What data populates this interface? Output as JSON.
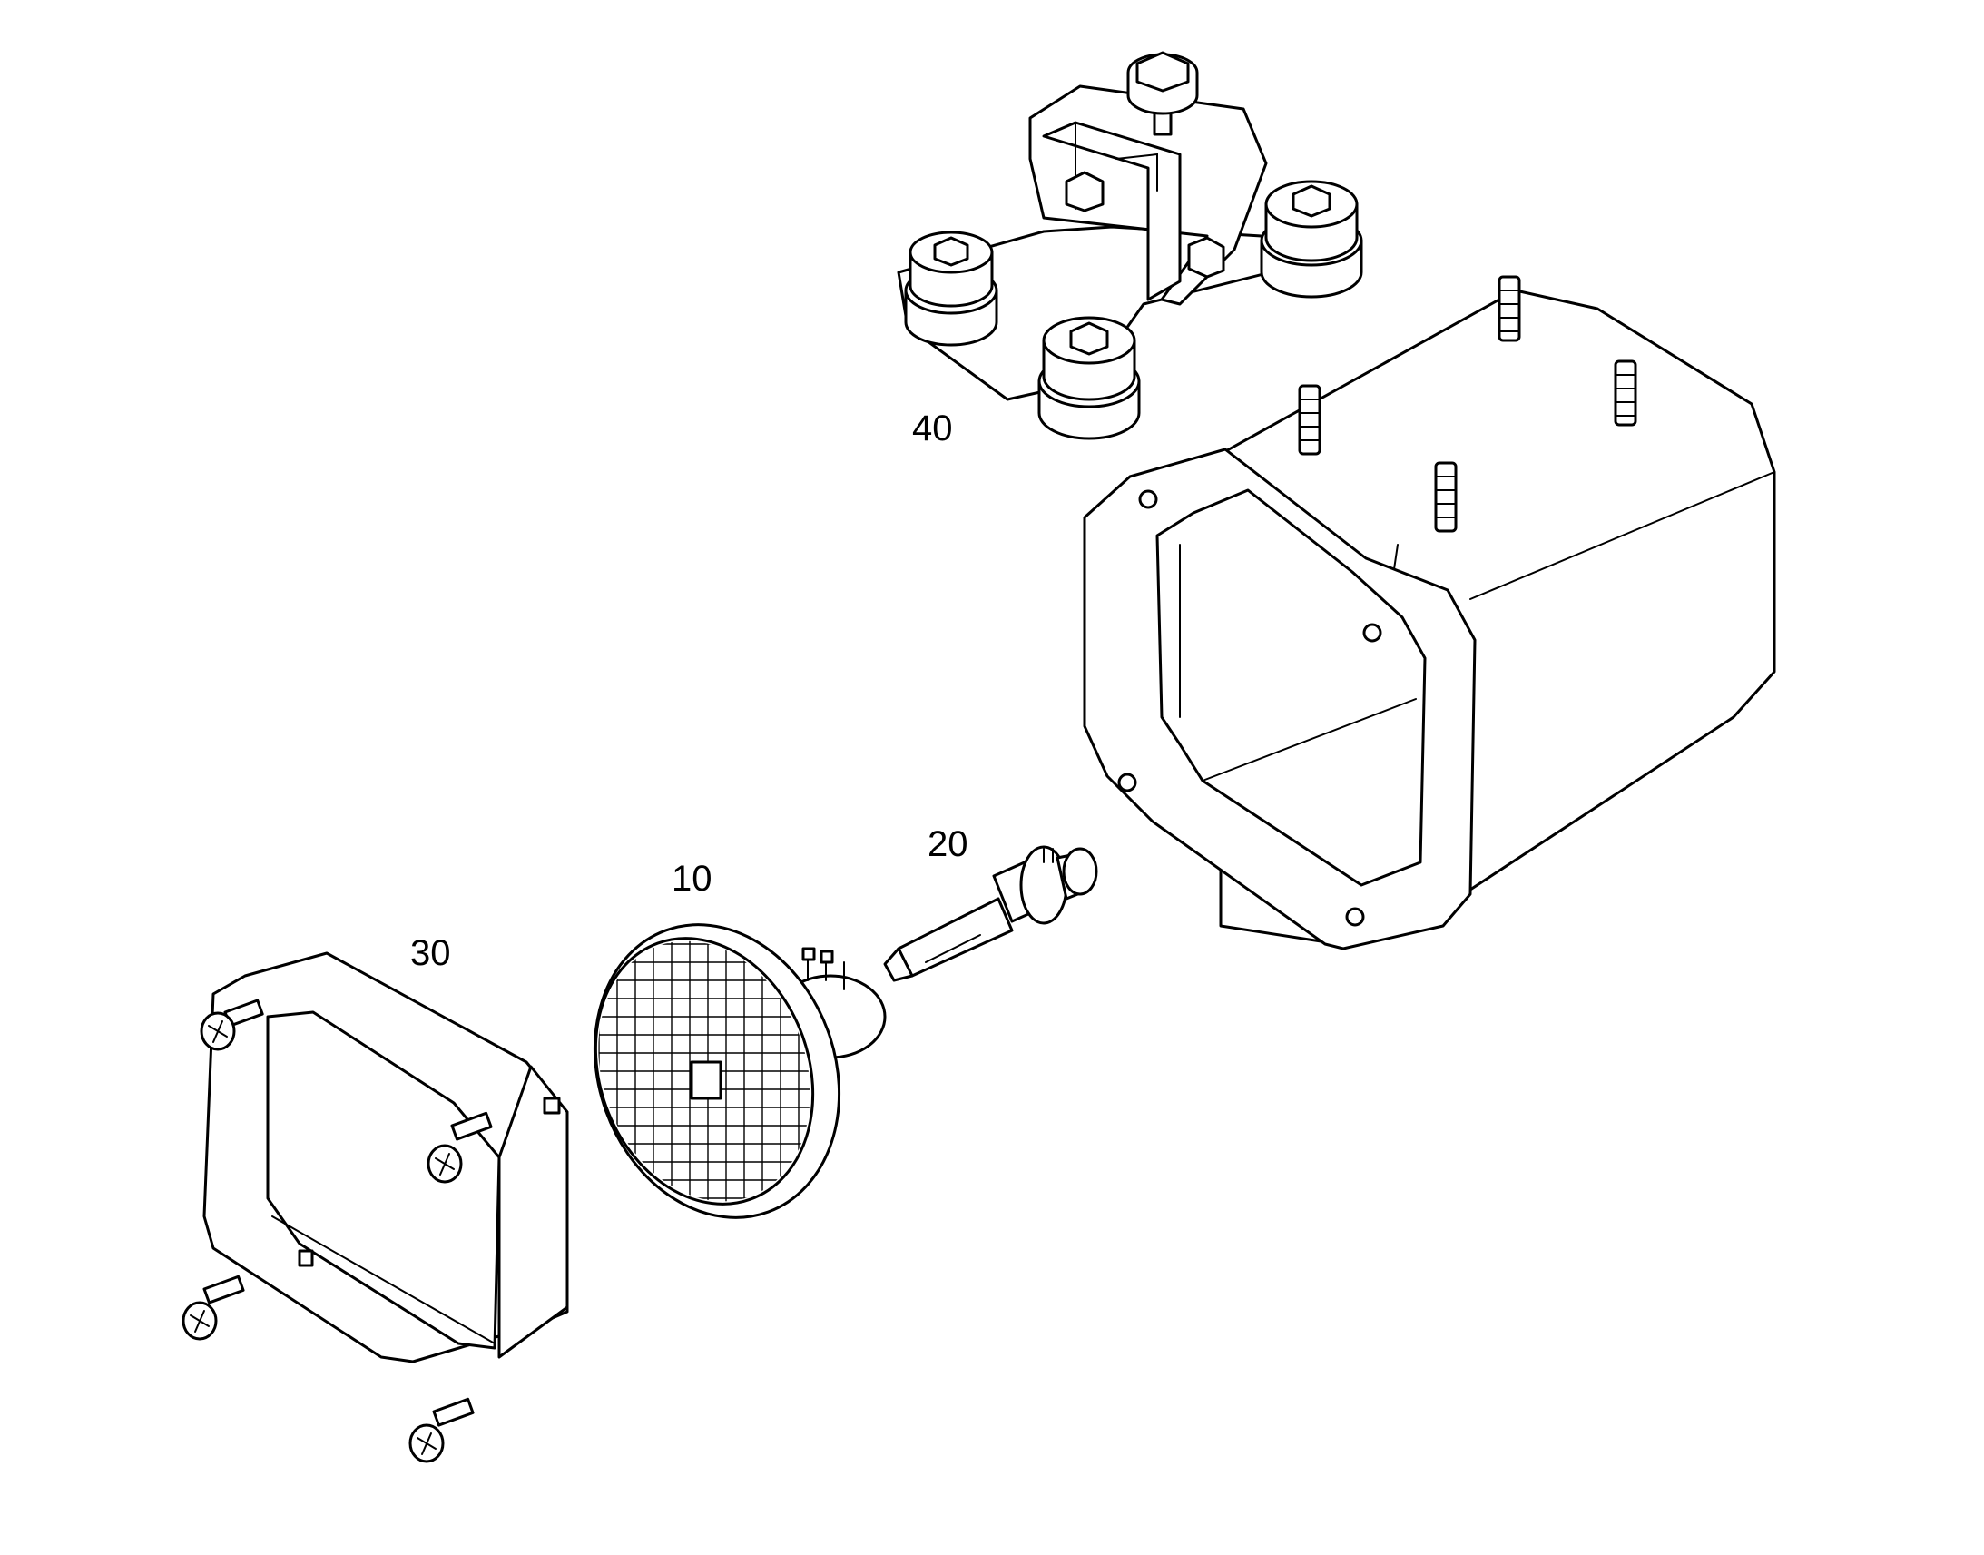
{
  "diagram": {
    "callouts": [
      {
        "id": "10",
        "text": "10"
      },
      {
        "id": "20",
        "text": "20"
      },
      {
        "id": "30",
        "text": "30"
      },
      {
        "id": "40",
        "text": "40"
      }
    ]
  },
  "colors": {
    "line": "#000000",
    "background": "#ffffff"
  }
}
